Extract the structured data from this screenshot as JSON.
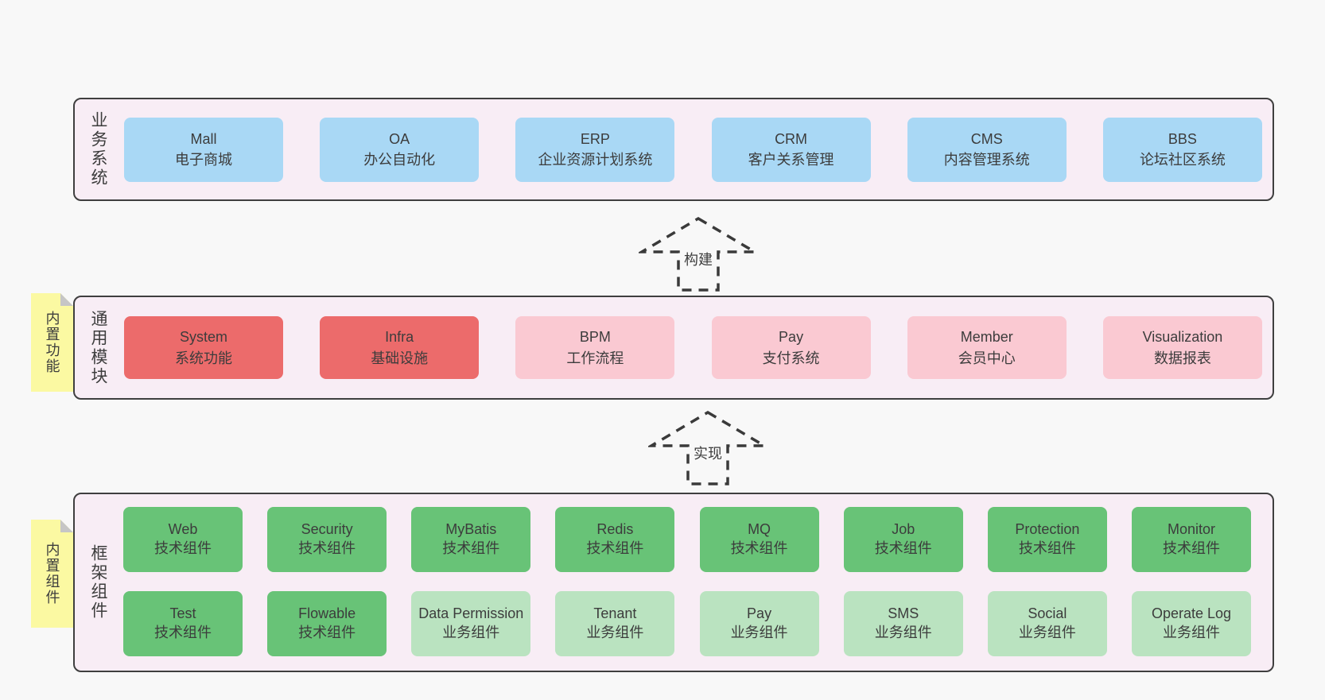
{
  "colors": {
    "page_bg": "#f8f8f8",
    "panel_bg": "#f8edf5",
    "panel_border": "#3f3f3f",
    "blue_box": "#a9d8f5",
    "red_box": "#ec6b6b",
    "pink_box": "#fac9d2",
    "green_box": "#68c377",
    "light_green_box": "#bae3c0",
    "sticky_yellow": "#fbf9a2",
    "text": "#3d3d3d"
  },
  "business": {
    "label": "业务系统",
    "boxes": [
      {
        "title": "Mall",
        "subtitle": "电子商城"
      },
      {
        "title": "OA",
        "subtitle": "办公自动化"
      },
      {
        "title": "ERP",
        "subtitle": "企业资源计划系统"
      },
      {
        "title": "CRM",
        "subtitle": "客户关系管理"
      },
      {
        "title": "CMS",
        "subtitle": "内容管理系统"
      },
      {
        "title": "BBS",
        "subtitle": "论坛社区系统"
      }
    ]
  },
  "arrows": {
    "build": "构建",
    "implement": "实现"
  },
  "modules": {
    "label": "通用模块",
    "sticky": "内置功能",
    "boxes": [
      {
        "title": "System",
        "subtitle": "系统功能"
      },
      {
        "title": "Infra",
        "subtitle": "基础设施"
      },
      {
        "title": "BPM",
        "subtitle": "工作流程"
      },
      {
        "title": "Pay",
        "subtitle": "支付系统"
      },
      {
        "title": "Member",
        "subtitle": "会员中心"
      },
      {
        "title": "Visualization",
        "subtitle": "数据报表"
      }
    ]
  },
  "framework": {
    "label": "框架组件",
    "sticky": "内置组件",
    "row1": [
      {
        "title": "Web",
        "subtitle": "技术组件"
      },
      {
        "title": "Security",
        "subtitle": "技术组件"
      },
      {
        "title": "MyBatis",
        "subtitle": "技术组件"
      },
      {
        "title": "Redis",
        "subtitle": "技术组件"
      },
      {
        "title": "MQ",
        "subtitle": "技术组件"
      },
      {
        "title": "Job",
        "subtitle": "技术组件"
      },
      {
        "title": "Protection",
        "subtitle": "技术组件"
      },
      {
        "title": "Monitor",
        "subtitle": "技术组件"
      }
    ],
    "row2": [
      {
        "title": "Test",
        "subtitle": "技术组件"
      },
      {
        "title": "Flowable",
        "subtitle": "技术组件"
      },
      {
        "title": "Data Permission",
        "subtitle": "业务组件"
      },
      {
        "title": "Tenant",
        "subtitle": "业务组件"
      },
      {
        "title": "Pay",
        "subtitle": "业务组件"
      },
      {
        "title": "SMS",
        "subtitle": "业务组件"
      },
      {
        "title": "Social",
        "subtitle": "业务组件"
      },
      {
        "title": "Operate Log",
        "subtitle": "业务组件"
      }
    ]
  }
}
